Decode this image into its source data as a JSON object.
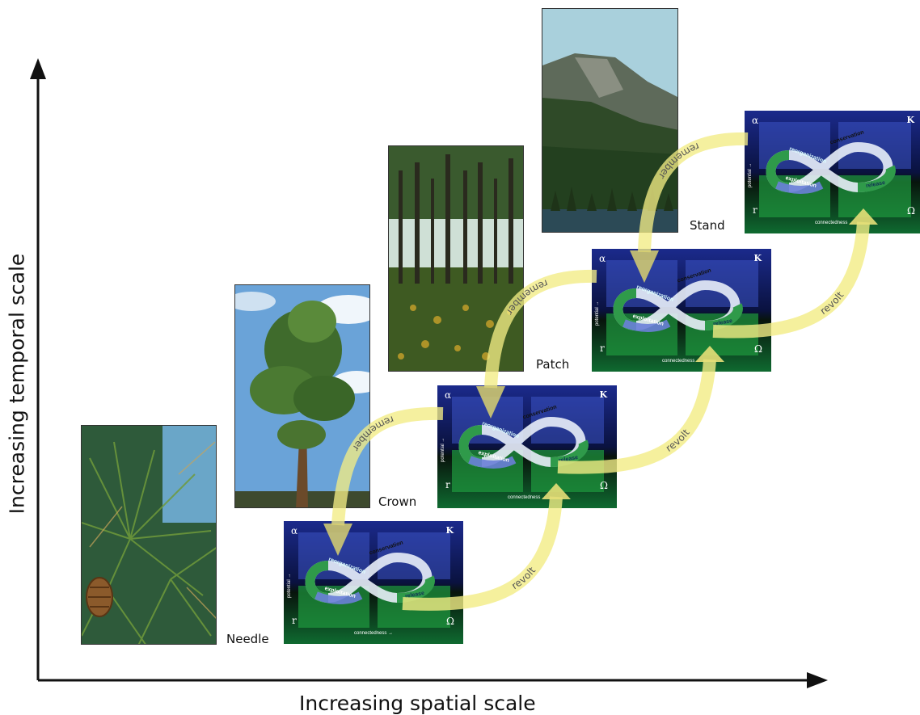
{
  "axes": {
    "x_title": "Increasing spatial scale",
    "y_title": "Increasing temporal scale"
  },
  "scales": [
    {
      "label": "Needle"
    },
    {
      "label": "Crown"
    },
    {
      "label": "Patch"
    },
    {
      "label": "Stand"
    }
  ],
  "cycle_panel": {
    "alpha": "α",
    "k": "K",
    "r": "r",
    "omega": "Ω",
    "x_label": "connectedness →",
    "y_label": "potential →",
    "phases": {
      "conservation": "conservation",
      "reorganization": "reorganization",
      "exploitation": "exploitation",
      "release": "release"
    }
  },
  "links": {
    "remember": "remember",
    "revolt": "revolt"
  },
  "colors": {
    "panel_top": "#1b2a8c",
    "panel_bottom": "#0f6a30",
    "panel_green": "#1f9a3e",
    "arrow_yellow": "#f2ec84"
  }
}
